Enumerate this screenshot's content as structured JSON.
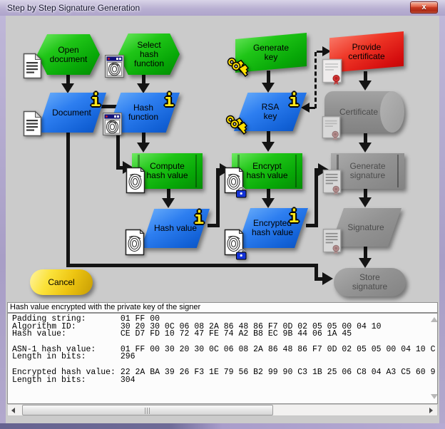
{
  "win": {
    "title": "Step by Step Signature Generation",
    "close": "x"
  },
  "colors": {
    "active_green": "#0caa0c",
    "info_blue": "#1f6fe0",
    "next_step_red": "#d81414",
    "disabled_gray": "#8f8f8f",
    "cancel_yellow": "#f2d11c",
    "canvas_gray": "#cbcbcb",
    "frame_purple": "#aaa0c8"
  },
  "flow": {
    "open_document": "Open\ndocument",
    "select_hash_function": "Select\nhash\nfunction",
    "generate_key": "Generate\nkey",
    "provide_certificate": "Provide\ncertificate",
    "document": "Document",
    "hash_function": "Hash\nfunction",
    "rsa_key": "RSA\nkey",
    "certificate": "Certificate",
    "compute_hash_value": "Compute\nhash value",
    "encrypt_hash_value": "Encrypt\nhash value",
    "generate_signature": "Generate\nsignature",
    "hash_value": "Hash value",
    "encrypted_hash_value": "Encrypted\nhash value",
    "signature": "Signature",
    "store_signature": "Store\nsignature",
    "cancel": "Cancel",
    "info_glyph": "i"
  },
  "output": {
    "header": "Hash value encrypted with the private key of the signer",
    "lines": [
      "Padding string:       01 FF 00",
      "Algorithm ID:         30 20 30 0C 06 08 2A 86 48 86 F7 0D 02 05 05 00 04 10",
      "Hash value:           CE D7 FD 10 72 47 FE 74 A2 B8 EC 9B 44 06 1A 45",
      "",
      "ASN-1 hash value:     01 FF 00 30 20 30 0C 06 08 2A 86 48 86 F7 0D 02 05 05 00 04 10 C",
      "Length in bits:       296",
      "",
      "Encrypted hash value: 22 2A BA 39 26 F3 1E 79 56 B2 99 90 C3 1B 25 06 C8 04 A3 C5 60 9",
      "Length in bits:       304"
    ]
  }
}
